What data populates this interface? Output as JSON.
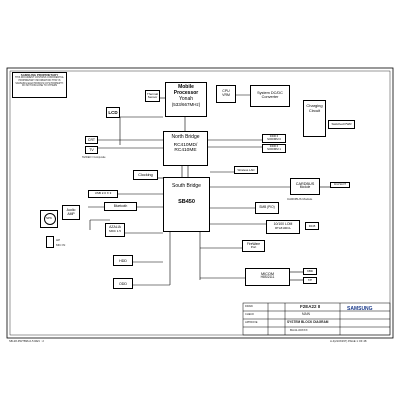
{
  "header": {
    "line1": "SAMSUNG PROPRIETARY",
    "line2": "THIS DOCUMENT CONTAINS CONFIDENTIAL",
    "line3": "PROPRIETARY INFORMATION THAT IS",
    "line4": "SAMSUNG ELECTRONICS CO'S PROPERTY.",
    "line5": "DO NOT DISCLOSE TO OTHERS"
  },
  "cpu": {
    "title": "Mobile Processor",
    "name": "Yonah",
    "freq": "(533/667MHz)"
  },
  "cpu_vr": {
    "line1": "CPU",
    "line2": "VRM"
  },
  "sysdc": {
    "line1": "System DC/DC",
    "line2": "Converter"
  },
  "thermal": {
    "line1": "Thermal",
    "line2": "Sensor"
  },
  "lcd": {
    "label": "LCD"
  },
  "crt": {
    "label": "CRT"
  },
  "tv": {
    "label": "TV"
  },
  "tv_note": "SVIDEO / Composite",
  "nb": {
    "title": "North Bridge",
    "l1": "RC410MD/",
    "l2": "RC410ME"
  },
  "ddr1": {
    "l1": "DDR II",
    "l2": "SODIMM 0"
  },
  "ddr2": {
    "l1": "DDR II",
    "l2": "SODIMM 1"
  },
  "charging": {
    "l1": "Charging",
    "l2": "Circuit"
  },
  "switched": {
    "label": "Switched PWR"
  },
  "clocking": {
    "label": "Clocking"
  },
  "wlan": {
    "label": "Wireless LAN"
  },
  "sb": {
    "title": "South Bridge",
    "name": "SB450"
  },
  "cardbus": {
    "l1": "CARDBUS",
    "l2": "Module",
    "note": "CARDBUS Module"
  },
  "reader": {
    "label": "4in1 SLOT"
  },
  "usb": {
    "label": "USB 2.0 X 3"
  },
  "bluetooth": {
    "label": "Bluetooth"
  },
  "audio": {
    "l1": "Audio",
    "l2": "AMP"
  },
  "azalia": {
    "l1": "AZALIA",
    "l2": "MDC 1.5"
  },
  "spk": {
    "label": "SPK"
  },
  "hp": {
    "label": "HP"
  },
  "mic": {
    "label": "MIC IN"
  },
  "smb": {
    "label": "SMB (PIO)"
  },
  "lan": {
    "l1": "10/100 LOM",
    "l2": "RTL8100CL"
  },
  "hdd": {
    "label": "HDD"
  },
  "odd": {
    "label": "ODD"
  },
  "firewire": {
    "l1": "FireWare",
    "l2": "Port"
  },
  "micom": {
    "l1": "MICOM",
    "l2": "H8S/2111"
  },
  "kbd": {
    "label": "KBD"
  },
  "tp": {
    "label": "T/P"
  },
  "rj45": {
    "label": "RJ45"
  },
  "titleblock": {
    "company": "SAMSUNG",
    "project": "F2EA22 II",
    "board": "MAIN",
    "sheet_title": "SYSTEM BLOCK DIAGRAM",
    "doc_no": "BA41-00XXX",
    "draw": "DRAW",
    "check": "CHECK",
    "approve": "APPROVE"
  },
  "footer": {
    "left": "SB-28-PR/7896-0-5  REV : 2",
    "right": "A.4(210X297)  PAGE 1 OF 48"
  }
}
